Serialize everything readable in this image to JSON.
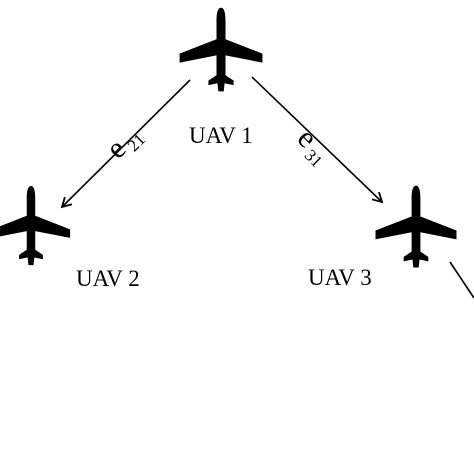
{
  "diagram": {
    "nodes": [
      {
        "id": "uav1",
        "label": "UAV 1",
        "icon": "airplane-icon"
      },
      {
        "id": "uav2",
        "label": "UAV 2",
        "icon": "airplane-icon"
      },
      {
        "id": "uav3",
        "label": "UAV 3",
        "icon": "airplane-icon"
      }
    ],
    "edges": [
      {
        "from": "uav1",
        "to": "uav2",
        "label_main": "e",
        "label_sub": "21"
      },
      {
        "from": "uav1",
        "to": "uav3",
        "label_main": "e",
        "label_sub": "31"
      }
    ],
    "colors": {
      "foreground": "#000000",
      "background": "#ffffff"
    }
  }
}
